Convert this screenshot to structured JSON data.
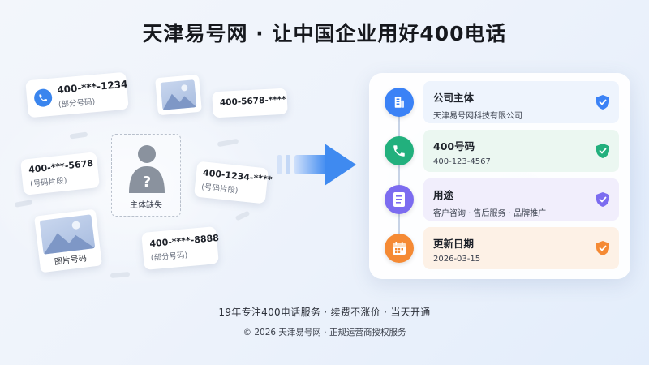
{
  "title": "天津易号网 · 让中国企业用好400电话",
  "scattered_numbers": [
    {
      "number": "400-***-1234",
      "note": "(部分号码)"
    },
    {
      "number": "400-5678-****",
      "note": ""
    },
    {
      "number": "400-***-5678",
      "note": "(号码片段)"
    },
    {
      "number": "400-1234-****",
      "note": "(号码片段)"
    },
    {
      "number": "400-****-8888",
      "note": "(部分号码)"
    }
  ],
  "missing_subject_label": "主体缺失",
  "image_number_label": "图片号码",
  "icons": {
    "phone": "phone-icon",
    "picture": "image-icon",
    "person": "person-unknown-icon",
    "arrow": "arrow-right-icon",
    "building": "building-icon",
    "document": "document-icon",
    "calendar": "calendar-icon",
    "check": "shield-check-icon"
  },
  "steps": [
    {
      "title": "公司主体",
      "value": "天津易号网科技有限公司",
      "color": "#3b82f6",
      "bg": "#eef4fd",
      "shield": "#3b82f6"
    },
    {
      "title": "400号码",
      "value": "400-123-4567",
      "color": "#22b07d",
      "bg": "#ebf7f1",
      "shield": "#22b07d"
    },
    {
      "title": "用途",
      "value": "客户咨询 · 售后服务 · 品牌推广",
      "color": "#7c6cf0",
      "bg": "#f1eefc",
      "shield": "#7c6cf0"
    },
    {
      "title": "更新日期",
      "value": "2026-03-15",
      "color": "#f58a34",
      "bg": "#fdf1e6",
      "shield": "#f58a34"
    }
  ],
  "footer": {
    "line1": "19年专注400电话服务 · 续费不涨价 · 当天开通",
    "line2": "© 2026 天津易号网 · 正规运营商授权服务"
  }
}
